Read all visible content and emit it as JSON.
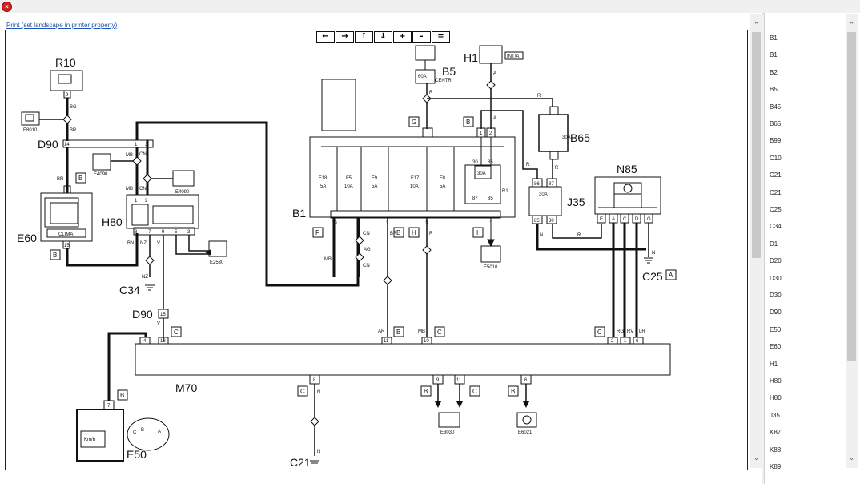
{
  "window": {
    "close_glyph": "×"
  },
  "print_link": "Print (set landscape in printer property)",
  "nav_buttons": [
    {
      "name": "arrow-left-button",
      "glyph": "←"
    },
    {
      "name": "arrow-right-button",
      "glyph": "→"
    },
    {
      "name": "arrow-up-button",
      "glyph": "↑"
    },
    {
      "name": "arrow-down-button",
      "glyph": "↓"
    },
    {
      "name": "zoom-in-button",
      "glyph": "+"
    },
    {
      "name": "zoom-out-button",
      "glyph": "-"
    },
    {
      "name": "zoom-reset-button",
      "glyph": "="
    }
  ],
  "components": {
    "R10": "R10",
    "E8010": "E8010",
    "D90": "D90",
    "E4090": "E4090",
    "E60": "E60",
    "CLIMA": "CLIMA",
    "H80": "H80",
    "E2530": "E2530",
    "C34": "C34",
    "B1": "B1",
    "B5": "B5",
    "CENTR": "CENTR",
    "60A": "60A",
    "H1": "H1",
    "INT_A": "INT/A",
    "B65": "B65",
    "J35": "J35",
    "N85": "N85",
    "R1": "R1",
    "E5010": "E5010",
    "C25": "C25",
    "M70": "M70",
    "E50": "E50",
    "KMH": "Km/h",
    "E3030": "E3030",
    "E6021": "E6021",
    "C21": "C21"
  },
  "fuses": [
    {
      "id": "F18",
      "amp": "5A"
    },
    {
      "id": "F5",
      "amp": "10A"
    },
    {
      "id": "F9",
      "amp": "5A"
    },
    {
      "id": "F17",
      "amp": "10A"
    },
    {
      "id": "F8",
      "amp": "5A"
    }
  ],
  "relay": {
    "amp": "30A",
    "pins": [
      "30",
      "86",
      "87",
      "85"
    ]
  },
  "b65_amp": "30A",
  "j35": {
    "amp": "30A",
    "pins": [
      "86",
      "87",
      "85",
      "30"
    ]
  },
  "n85_pins": [
    "E",
    "A",
    "C",
    "D",
    "G"
  ],
  "wire_labels": {
    "BG": "BG",
    "BR": "BR",
    "MB": "MB",
    "CN": "CN",
    "BN": "BN",
    "NZ": "NZ",
    "V": "V",
    "AG": "AG",
    "R": "R",
    "A": "A",
    "N": "N",
    "AR": "AR",
    "RG": "RG",
    "RV": "RV",
    "LR": "LR"
  },
  "boxed_letters": {
    "B": "B",
    "C": "C",
    "F": "F",
    "G": "G",
    "H": "H",
    "I": "I",
    "A": "A"
  },
  "pin_numbers": {
    "n1": "1",
    "n2": "2",
    "n3": "3",
    "n4": "4",
    "n5": "5",
    "n6": "6",
    "n7": "7",
    "n8": "8",
    "n9": "9",
    "n10": "10",
    "n11": "11",
    "n13": "13",
    "n14": "14",
    "n15": "15",
    "n19": "19"
  },
  "small_labels": {
    "C": "C",
    "B": "B",
    "A": "A"
  },
  "scroll_arrows": {
    "up": "⌃",
    "down": "⌄"
  },
  "component_list": [
    "B1",
    "B1",
    "B2",
    "B5",
    "B45",
    "B65",
    "B99",
    "C10",
    "C21",
    "C21",
    "C25",
    "C34",
    "D1",
    "D20",
    "D30",
    "D30",
    "D90",
    "E50",
    "E60",
    "H1",
    "H80",
    "H80",
    "J35",
    "K87",
    "K88",
    "K89"
  ]
}
